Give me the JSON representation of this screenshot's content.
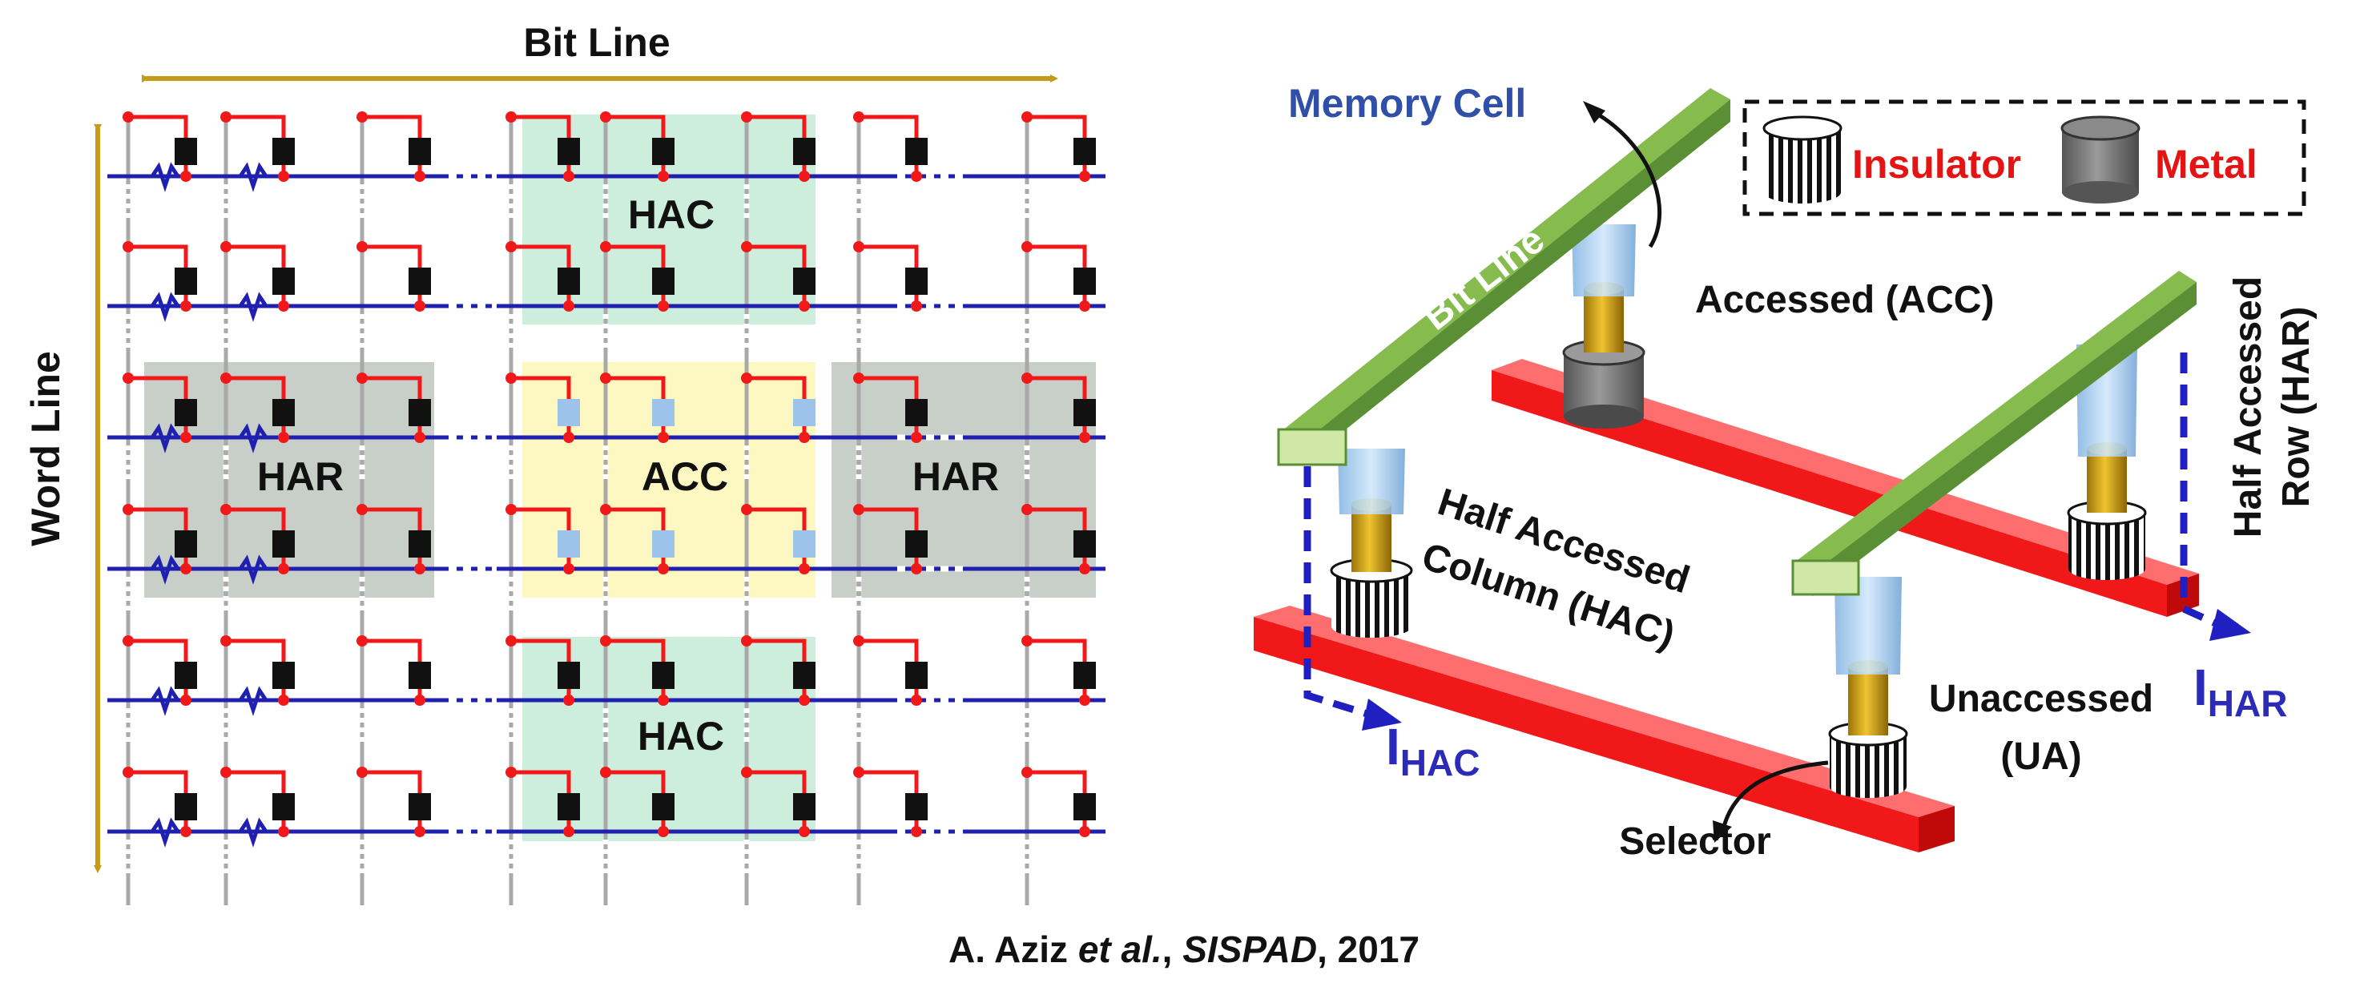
{
  "crossbar": {
    "bit_line_label": "Bit Line",
    "word_line_label": "Word Line",
    "regions": {
      "hac_top": "HAC",
      "hac_bottom": "HAC",
      "har_left": "HAR",
      "har_right": "HAR",
      "acc": "ACC"
    }
  },
  "cell3d": {
    "memory_cell": "Memory Cell",
    "legend_insulator": "Insulator",
    "legend_metal": "Metal",
    "bit_line": "Bit Line",
    "word_line": "Word Line",
    "accessed": "Accessed (ACC)",
    "half_accessed_column_1": "Half Accessed",
    "half_accessed_column_2": "Column (HAC)",
    "half_accessed_row_1": "Half Accessed",
    "half_accessed_row_2": "Row (HAR)",
    "unaccessed_1": "Unaccessed",
    "unaccessed_2": "(UA)",
    "selector": "Selector",
    "i_hac_main": "I",
    "i_hac_sub": "HAC",
    "i_har_main": "I",
    "i_har_sub": "HAR"
  },
  "citation": {
    "author": "A. Aziz ",
    "etal": "et al.",
    "sep": ", ",
    "venue": "SISPAD",
    "year": ", 2017"
  },
  "colors": {
    "bit_line_green": "#5b8f35",
    "word_line_red": "#f01818",
    "word_wire_blue": "#2020b0",
    "arrow_gold": "#c49a18",
    "hac_fill": "#cdeedc",
    "har_fill": "#c8cfc8",
    "acc_fill": "#fdf8c2"
  }
}
